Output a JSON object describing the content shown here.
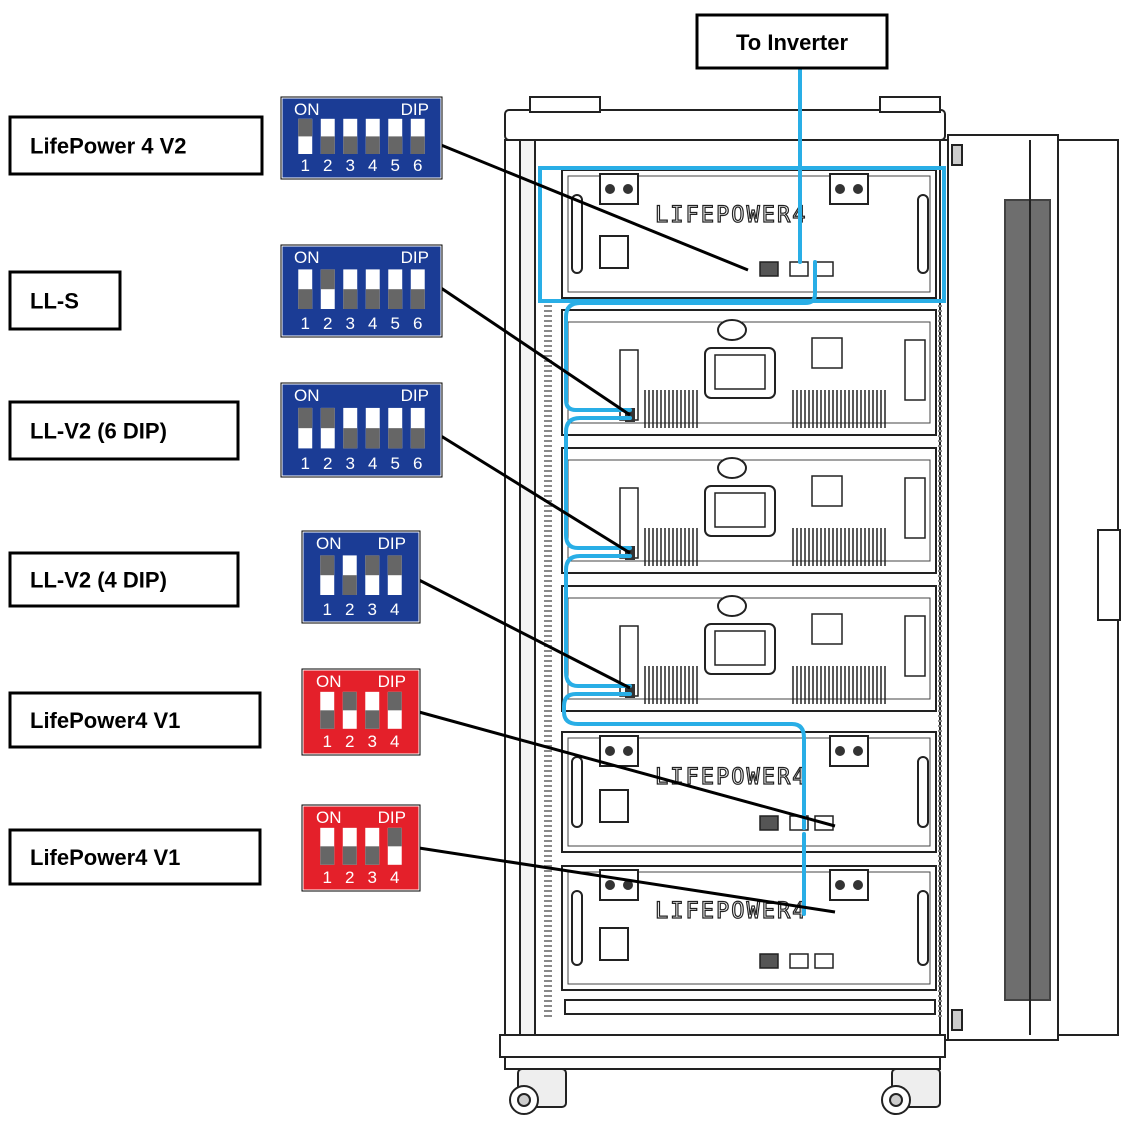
{
  "inverter_label": "To Inverter",
  "brand_text": "LIFEPOWER4",
  "colors": {
    "dip_blue": "#1b3c95",
    "dip_red": "#e4202a",
    "cable": "#29aee6",
    "line": "#000000"
  },
  "dip_settings": [
    {
      "label": "LifePower 4 V2",
      "color": "blue",
      "on_text": "ON",
      "dip_text": "DIP",
      "numbers": [
        "1",
        "2",
        "3",
        "4",
        "5",
        "6"
      ],
      "switches": [
        "off",
        "on",
        "on",
        "on",
        "on",
        "on"
      ]
    },
    {
      "label": "LL-S",
      "color": "blue",
      "on_text": "ON",
      "dip_text": "DIP",
      "numbers": [
        "1",
        "2",
        "3",
        "4",
        "5",
        "6"
      ],
      "switches": [
        "on",
        "off",
        "on",
        "on",
        "on",
        "on"
      ]
    },
    {
      "label": "LL-V2 (6 DIP)",
      "color": "blue",
      "on_text": "ON",
      "dip_text": "DIP",
      "numbers": [
        "1",
        "2",
        "3",
        "4",
        "5",
        "6"
      ],
      "switches": [
        "off",
        "off",
        "on",
        "on",
        "on",
        "on"
      ]
    },
    {
      "label": "LL-V2 (4 DIP)",
      "color": "blue",
      "on_text": "ON",
      "dip_text": "DIP",
      "numbers": [
        "1",
        "2",
        "3",
        "4"
      ],
      "switches": [
        "off",
        "on",
        "off",
        "off"
      ]
    },
    {
      "label": "LifePower4 V1",
      "color": "red",
      "on_text": "ON",
      "dip_text": "DIP",
      "numbers": [
        "1",
        "2",
        "3",
        "4"
      ],
      "switches": [
        "on",
        "off",
        "on",
        "off"
      ]
    },
    {
      "label": "LifePower4 V1",
      "color": "red",
      "on_text": "ON",
      "dip_text": "DIP",
      "numbers": [
        "1",
        "2",
        "3",
        "4"
      ],
      "switches": [
        "on",
        "on",
        "on",
        "off"
      ]
    }
  ]
}
